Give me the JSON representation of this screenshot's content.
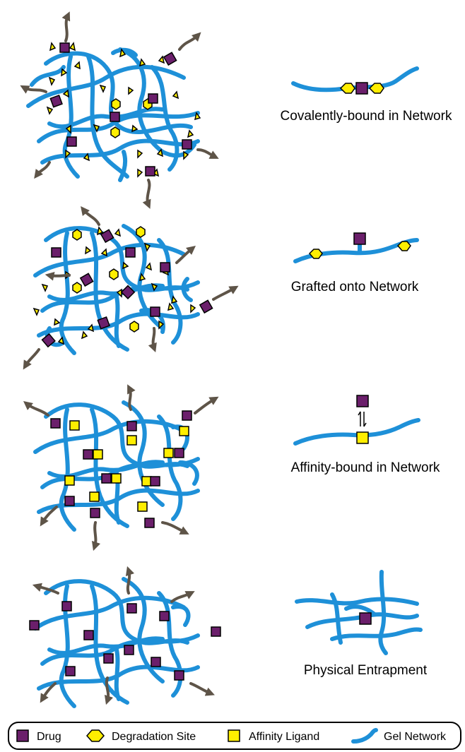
{
  "panels": [
    {
      "mechanism": "covalent",
      "label": "Covalently-bound in Network"
    },
    {
      "mechanism": "grafted",
      "label": "Grafted onto Network"
    },
    {
      "mechanism": "affinity",
      "label": "Affinity-bound in Network"
    },
    {
      "mechanism": "entrapment",
      "label": "Physical Entrapment"
    }
  ],
  "legend": {
    "drug": "Drug",
    "degradation_site": "Degradation Site",
    "affinity_ligand": "Affinity Ligand",
    "gel_network": "Gel Network"
  },
  "colors": {
    "gel_network": "#1e90d8",
    "drug": "#6b1f6b",
    "ligand": "#ffee00",
    "arrow": "#5e5448",
    "outline": "#000000"
  },
  "icons": [
    "drug-square-icon",
    "degradation-hexagon-icon",
    "affinity-ligand-square-icon",
    "gel-network-strand-icon",
    "release-arrow-icon"
  ]
}
